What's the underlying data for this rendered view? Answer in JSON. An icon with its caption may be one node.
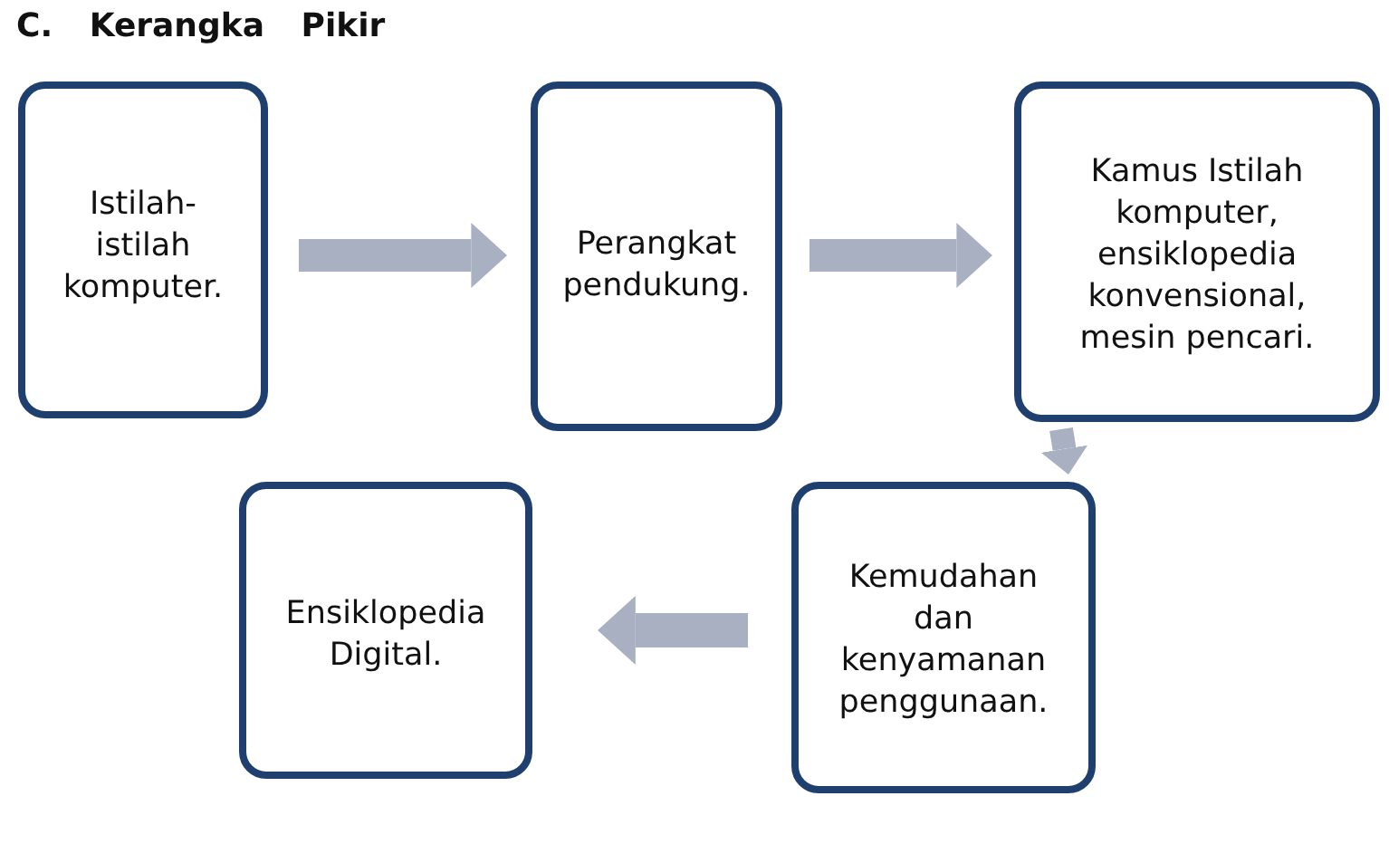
{
  "diagram": {
    "title": "C. Kerangka Pikir",
    "nodes": [
      {
        "text": [
          "Istilah-istilah komputer."
        ]
      },
      {
        "text": [
          "Perangkat pendukung."
        ]
      },
      {
        "text": [
          "Kamus Istilah komputer, ensiklopedia konvensional, mesin pencari."
        ]
      },
      {
        "text": [
          "Kemudahan dan kenyamanan penggunaan."
        ]
      },
      {
        "text": [
          "Ensiklopedia Digital."
        ]
      }
    ],
    "edges": [
      {
        "from": 0,
        "to": 1,
        "arrow": "to"
      },
      {
        "from": 1,
        "to": 2,
        "arrow": "to"
      },
      {
        "from": 2,
        "to": 3,
        "arrow": "to"
      },
      {
        "from": 3,
        "to": 4,
        "arrow": "to"
      }
    ]
  }
}
